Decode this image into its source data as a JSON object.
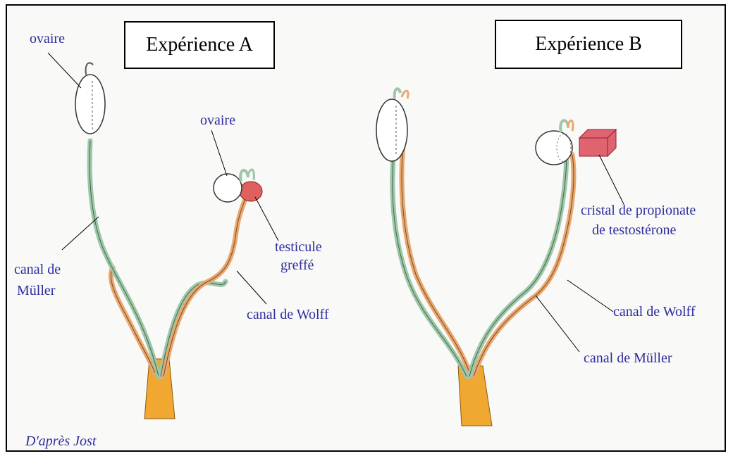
{
  "experiment_a": {
    "title": "Expérience A",
    "labels": {
      "ovaire_top": "ovaire",
      "ovaire_right": "ovaire",
      "testicule_line1": "testicule",
      "testicule_line2": "greffé",
      "mueller_line1": "canal de",
      "mueller_line2": "Müller",
      "wolff": "canal de Wolff"
    }
  },
  "experiment_b": {
    "title": "Expérience B",
    "labels": {
      "cristal_line1": "cristal de propionate",
      "cristal_line2": "de testostérone",
      "wolff": "canal de Wolff",
      "mueller": "canal de Müller"
    }
  },
  "credit": "D'après Jost",
  "colors": {
    "mueller_duct": "#9ec6a8",
    "wolff_duct": "#e8a870",
    "sinus": "#f0a830",
    "testis_graft": "#e06060",
    "crystal": "#e06470",
    "label_text": "#2d2da0"
  }
}
